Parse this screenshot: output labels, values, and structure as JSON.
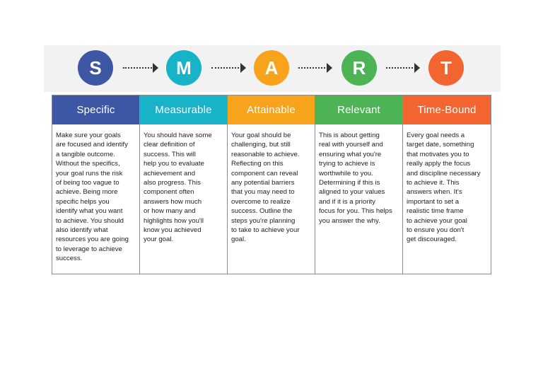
{
  "steps": [
    {
      "letter": "S",
      "title": "Specific",
      "color": "#3d57a5",
      "description": "Make sure your goals\nare focused and identify\na tangible outcome.\nWithout the specifics,\nyour goal runs the risk\nof being too vague to\nachieve. Being more\nspecific helps you\nidentify what you want\nto achieve. You should\nalso identify what\nresources you are going\nto leverage to achieve\nsuccess."
    },
    {
      "letter": "M",
      "title": "Measurable",
      "color": "#18b2c9",
      "description": "You should have some\nclear definition of\nsuccess. This will\nhelp you to evaluate\nachievement and\nalso progress. This\ncomponent often\nanswers how much\nor how many and\nhighlights how you'll\nknow you achieved\nyour goal."
    },
    {
      "letter": "A",
      "title": "Attainable",
      "color": "#f7a31b",
      "description": "Your goal should be\nchallenging, but still\nreasonable to achieve.\nReflecting on this\ncomponent can reveal\nany potential barriers\nthat you may need to\novercome to realize\nsuccess. Outline the\nsteps you're planning\nto take to achieve your\ngoal."
    },
    {
      "letter": "R",
      "title": "Relevant",
      "color": "#4cb454",
      "description": "This is about getting\nreal with yourself and\nensuring what you're\ntrying to achieve is\nworthwhile to you.\nDetermining if this is\naligned to your values\nand if it is a priority\nfocus for you. This helps\nyou answer the why."
    },
    {
      "letter": "T",
      "title": "Time-Bound",
      "color": "#f26531",
      "description": "Every goal needs a\ntarget date, something\nthat motivates you to\nreally apply the focus\nand discipline necessary\nto achieve it. This\nanswers when. It's\nimportant to set a\nrealistic time frame\nto achieve your goal\nto ensure you don't\nget discouraged."
    }
  ]
}
